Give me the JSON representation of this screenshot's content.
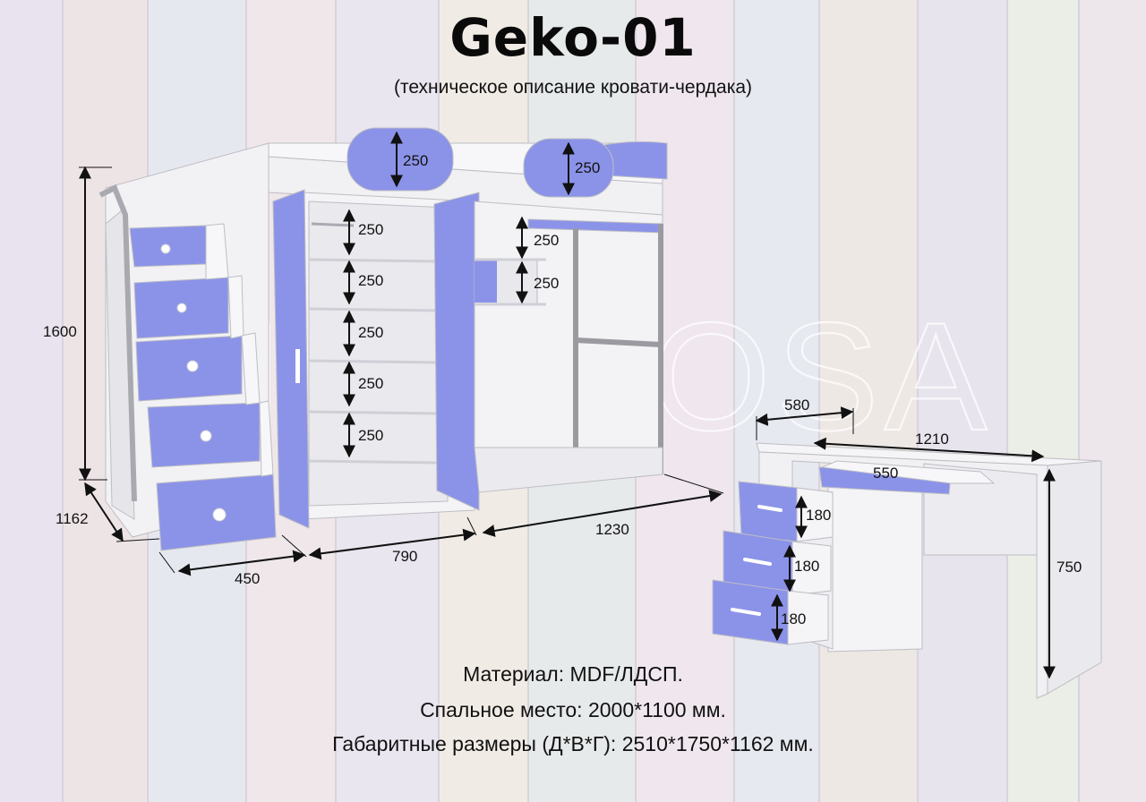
{
  "title": "Geko-01",
  "subtitle": "(техническое описание кровати-чердака)",
  "watermark": "MILAROSA",
  "dimensions": {
    "top_panel_left": "250",
    "top_panel_right": "250",
    "wardrobe_shelf_1": "250",
    "wardrobe_shelf_2": "250",
    "wardrobe_shelf_3": "250",
    "wardrobe_shelf_4": "250",
    "wardrobe_shelf_5": "250",
    "open_shelf_1": "250",
    "open_shelf_2": "250",
    "height": "1600",
    "depth": "1162",
    "stairs_width": "450",
    "wardrobe_width": "790",
    "bed_section_width": "1230",
    "desk_depth": "580",
    "desk_width": "1210",
    "keyboard_shelf": "550",
    "drawer_1": "180",
    "drawer_2": "180",
    "drawer_3": "180",
    "desk_height": "750"
  },
  "specs": {
    "material": "Материал: MDF/ЛДСП.",
    "sleeping_place": "Спальное место: 2000*1100 мм.",
    "overall_size": "Габаритные размеры (Д*В*Г): 2510*1750*1162 мм."
  },
  "colors": {
    "accent_blue": "#8b93e8",
    "panel_white": "#f4f4f6",
    "frame_grey": "#9a9aa0"
  }
}
